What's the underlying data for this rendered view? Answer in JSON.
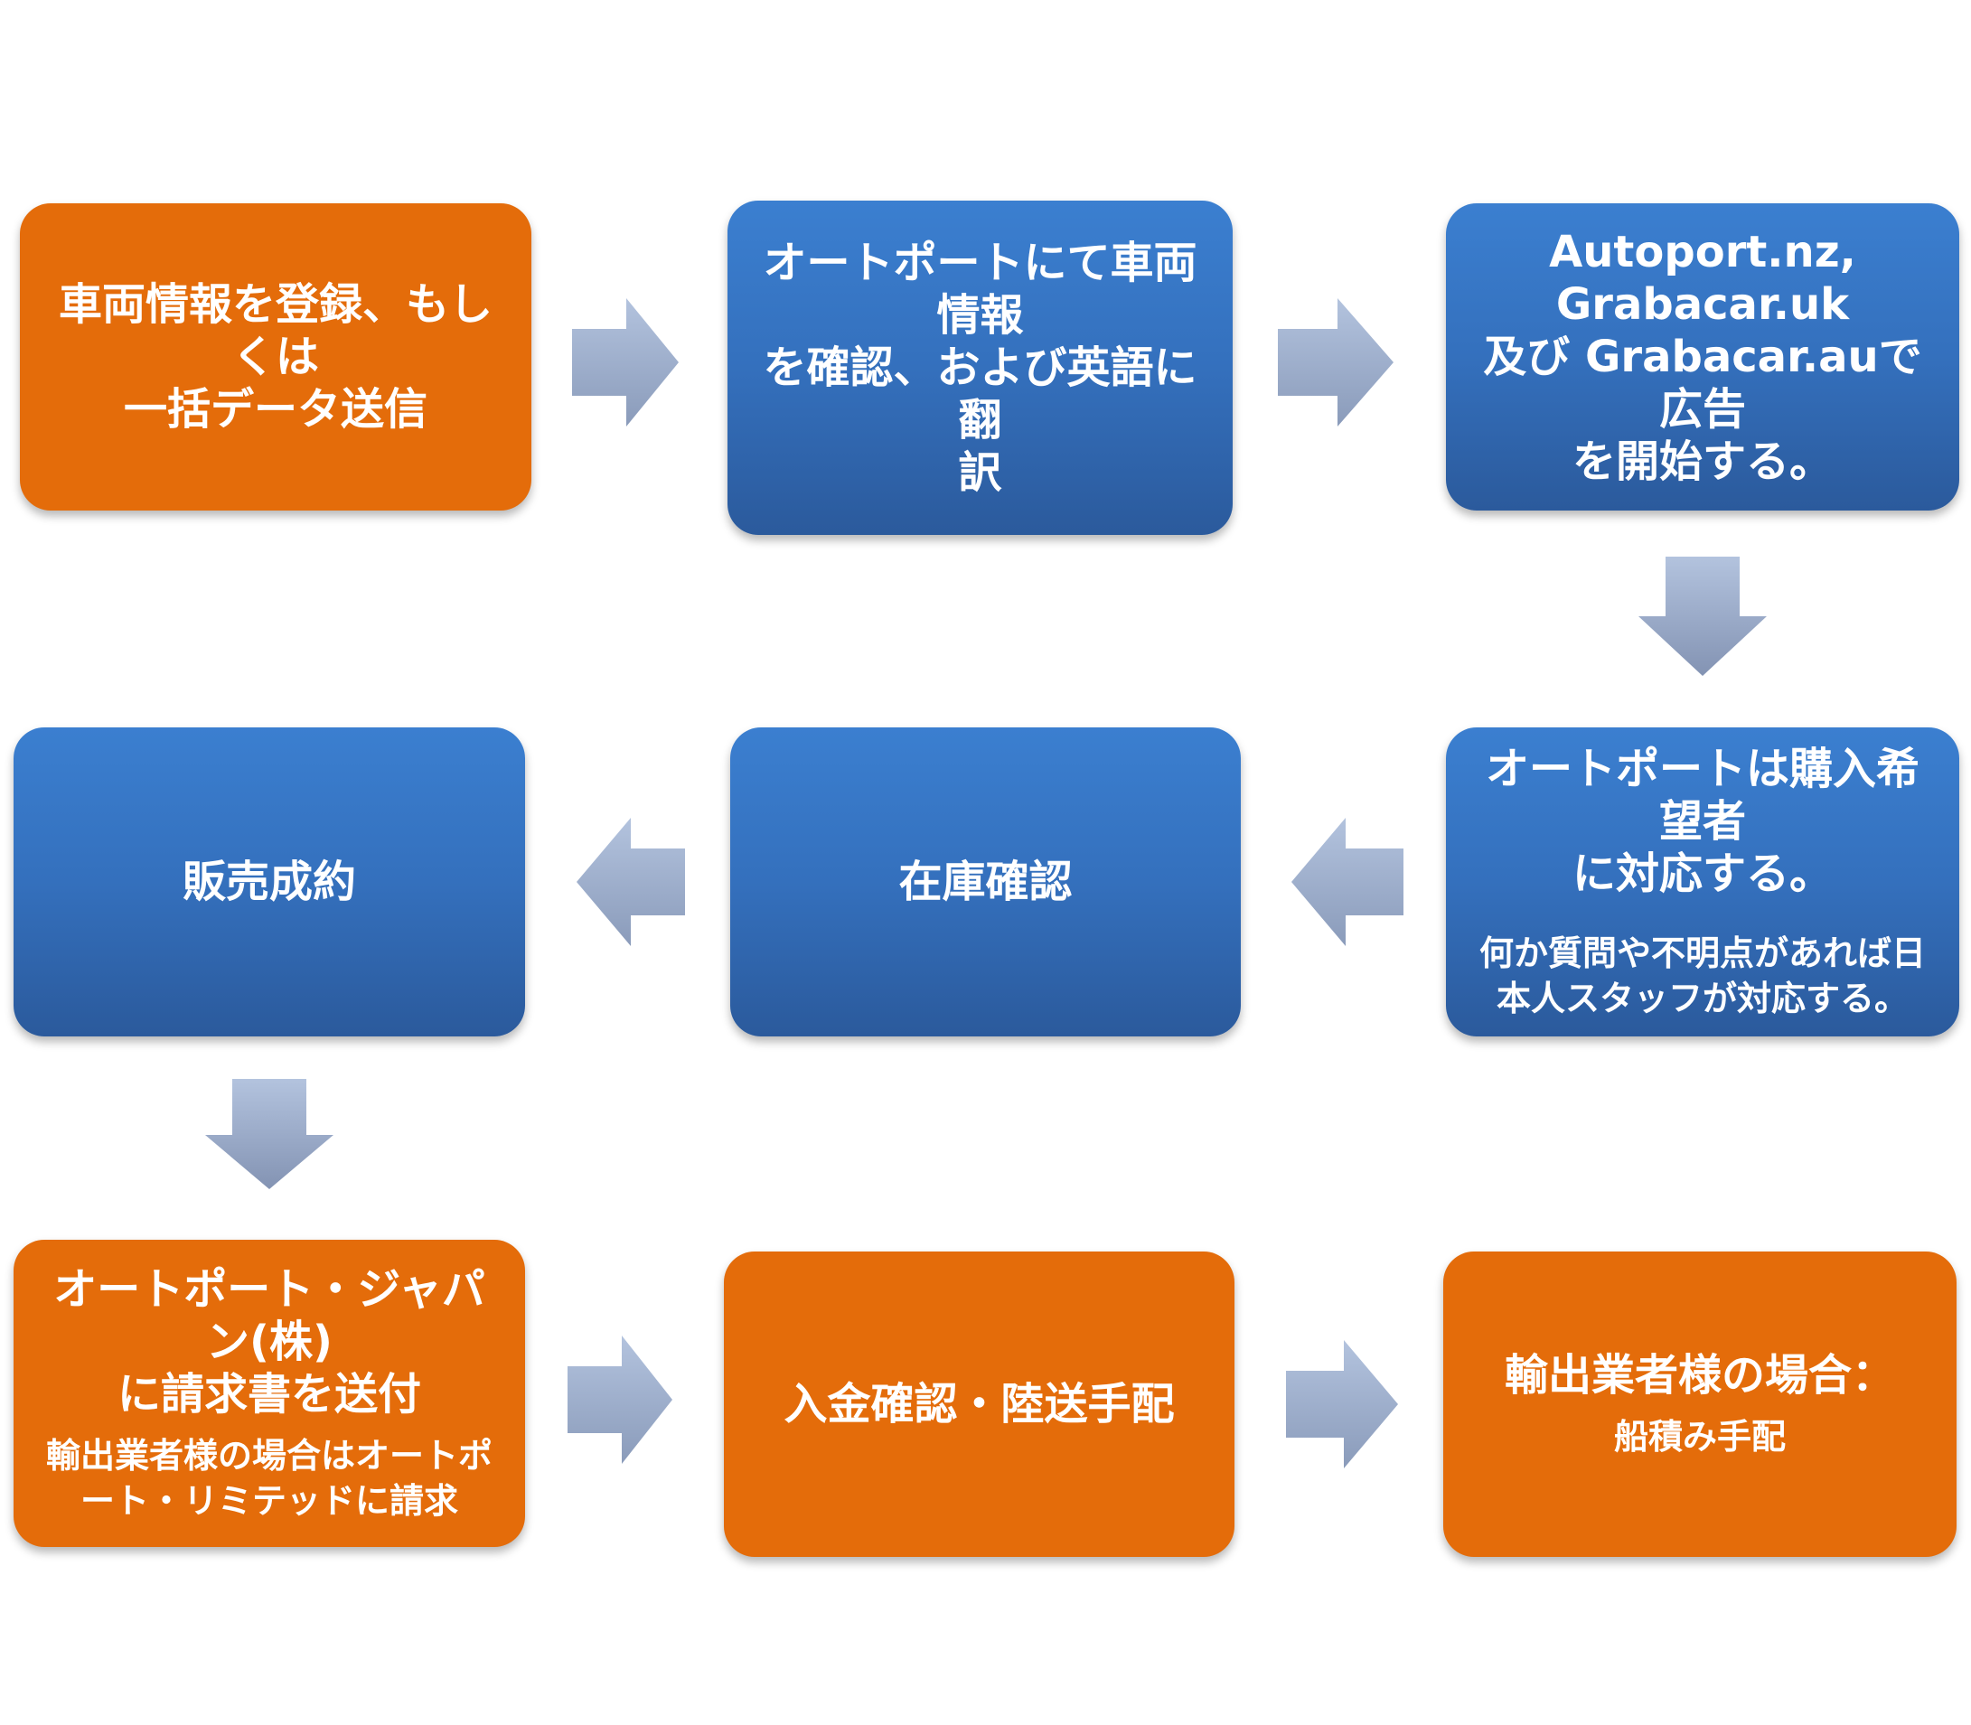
{
  "steps": [
    {
      "id": "register",
      "main": "車両情報を登録、もしくは\n一括データ送信",
      "sub": ""
    },
    {
      "id": "verify",
      "main": "オートポートにて車両情報\nを確認、および英語に翻\n訳",
      "sub": ""
    },
    {
      "id": "advertise",
      "main": "Autoport.nz, Grabacar.uk\n及び Grabacar.auで広告\nを開始する。",
      "sub": ""
    },
    {
      "id": "respond",
      "main": "オートポートは購入希望者\nに対応する。",
      "sub": "何か質問や不明点があれば日\n本人スタッフが対応する。"
    },
    {
      "id": "stock",
      "main": "在庫確認",
      "sub": ""
    },
    {
      "id": "sale",
      "main": "販売成約",
      "sub": ""
    },
    {
      "id": "invoice",
      "main": "オートポート・ジャパン(株)\nに請求書を送付",
      "sub": "輸出業者様の場合はオートポ\nート・リミテッドに請求"
    },
    {
      "id": "payment",
      "main": "入金確認・陸送手配",
      "sub": ""
    },
    {
      "id": "shipping",
      "main": "輸出業者様の場合：",
      "sub": "船積み手配"
    }
  ],
  "colors": {
    "orange": "#e46c0a",
    "blue": "#3470bd",
    "arrow": "#a5b4cf"
  },
  "arrows": [
    "right",
    "right",
    "down",
    "left",
    "left",
    "down",
    "right",
    "right"
  ]
}
